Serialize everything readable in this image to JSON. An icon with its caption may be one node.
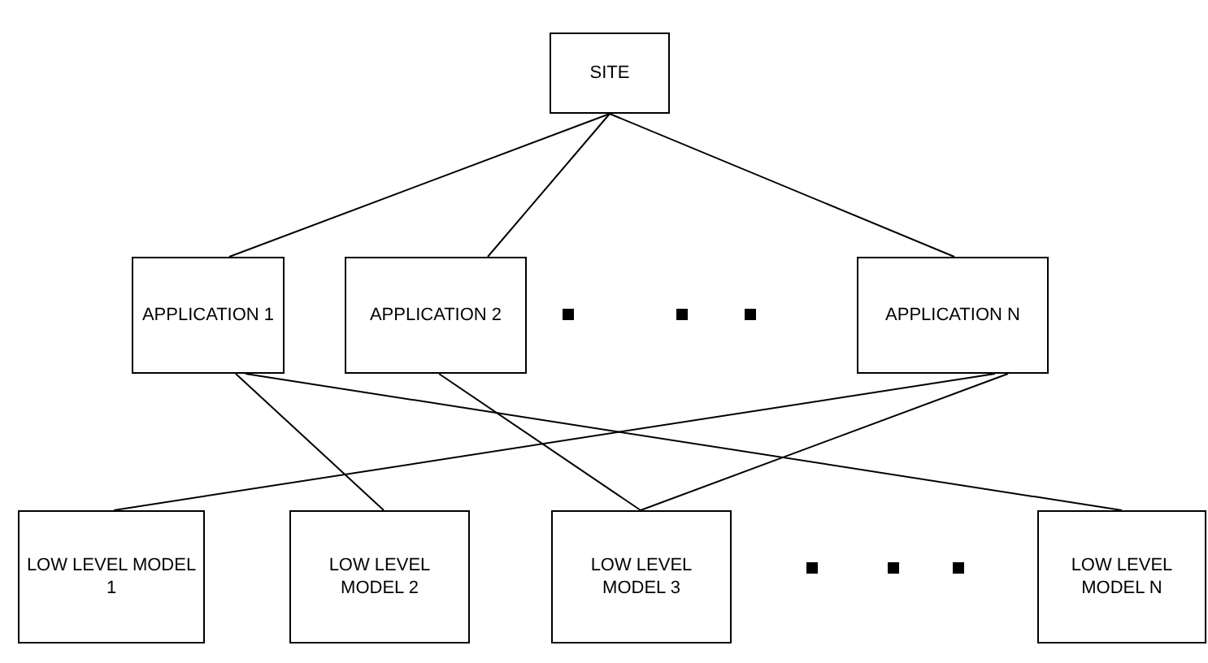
{
  "diagram": {
    "nodes": [
      {
        "text": [
          "SITE"
        ]
      },
      {
        "text": [
          "APPLICATION 1"
        ]
      },
      {
        "text": [
          "APPLICATION 2"
        ]
      },
      {
        "text": [
          "APPLICATION N"
        ]
      },
      {
        "text": [
          "LOW LEVEL MODEL 1"
        ]
      },
      {
        "text": [
          "LOW LEVEL MODEL 2"
        ]
      },
      {
        "text": [
          "LOW LEVEL MODEL 3"
        ]
      },
      {
        "text": [
          "LOW LEVEL MODEL N"
        ]
      }
    ],
    "edges": [
      {
        "from": 0,
        "to": 1,
        "arrow": "none"
      },
      {
        "from": 0,
        "to": 2,
        "arrow": "none"
      },
      {
        "from": 0,
        "to": 3,
        "arrow": "none"
      },
      {
        "from": 1,
        "to": 5,
        "arrow": "none"
      },
      {
        "from": 1,
        "to": 7,
        "arrow": "none"
      },
      {
        "from": 2,
        "to": 6,
        "arrow": "none"
      },
      {
        "from": 3,
        "to": 4,
        "arrow": "none"
      },
      {
        "from": 3,
        "to": 6,
        "arrow": "none"
      }
    ]
  }
}
